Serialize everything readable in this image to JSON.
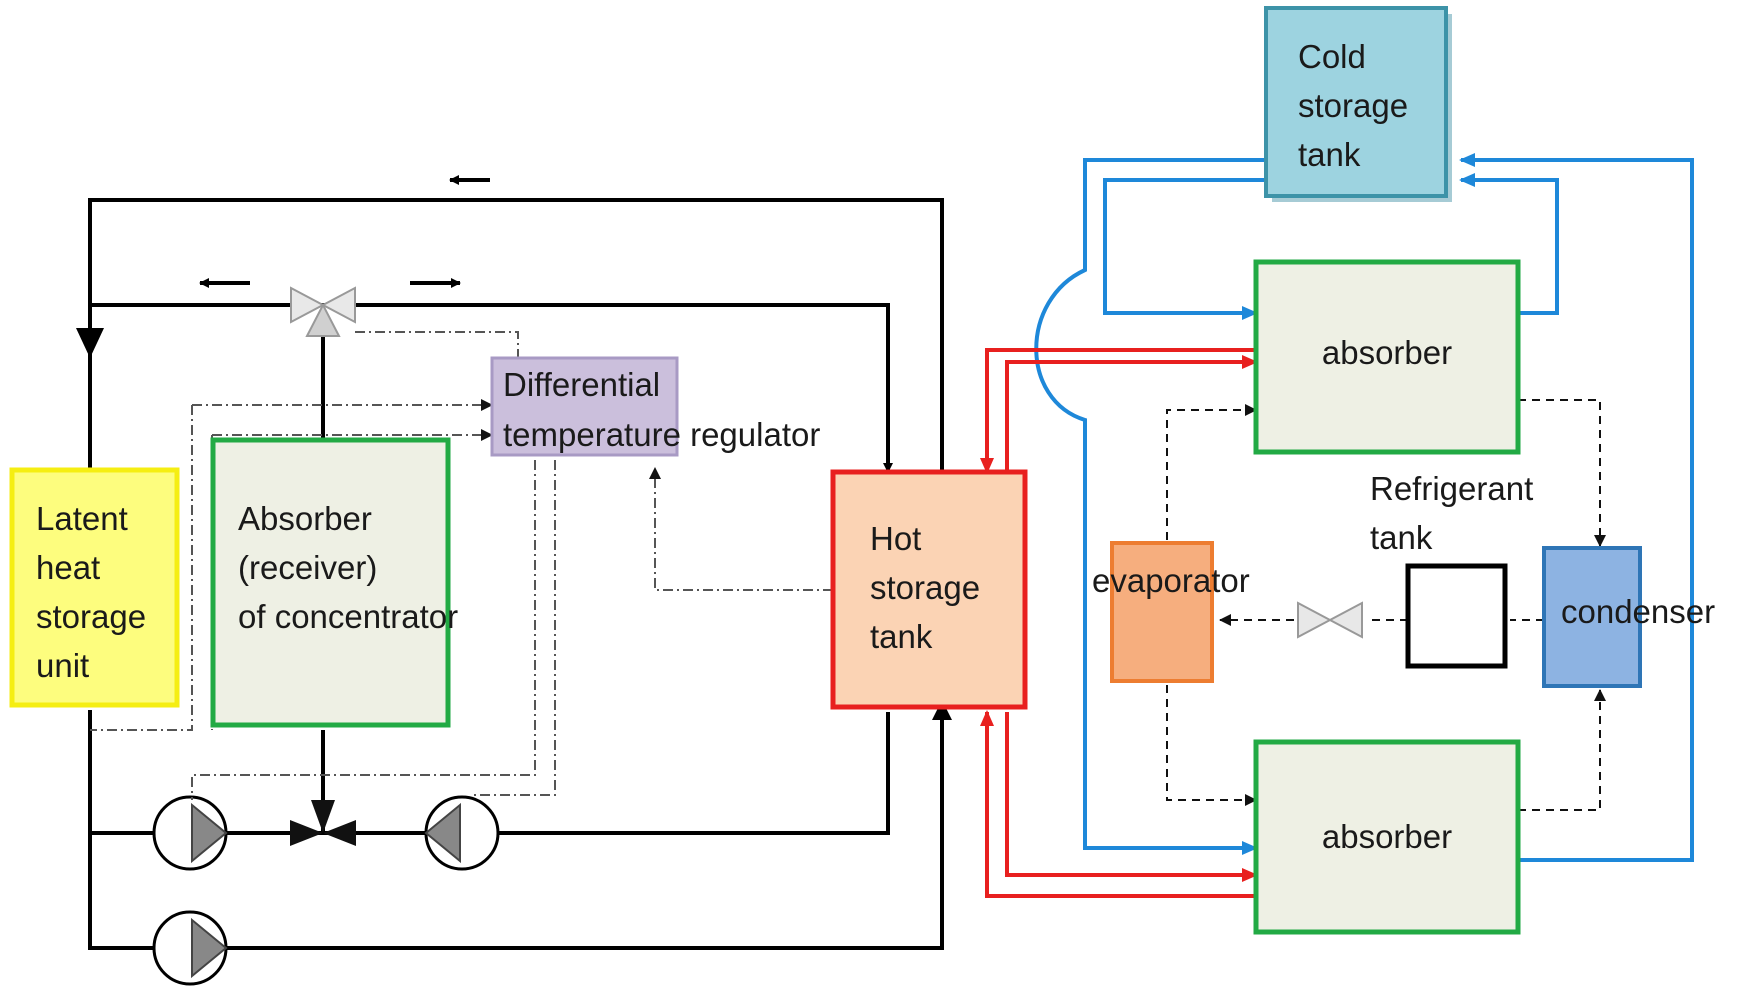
{
  "components": {
    "latent_heat_storage": {
      "lines": [
        "Latent",
        "heat",
        "storage",
        "unit"
      ],
      "fill": "#fdfd7e",
      "stroke": "#f5ee12"
    },
    "absorber_receiver": {
      "lines": [
        "Absorber",
        "(receiver)",
        "of concentrator"
      ],
      "fill": "#eef0e4",
      "stroke": "#22aa44"
    },
    "differential_regulator": {
      "lines": [
        "Differential",
        "temperature regulator"
      ],
      "fill": "#cbbfdc",
      "stroke": "#a89ac4"
    },
    "hot_storage_tank": {
      "lines": [
        "Hot",
        "storage",
        "tank"
      ],
      "fill": "#fbd3b4",
      "stroke": "#e8201f"
    },
    "cold_storage_tank": {
      "lines": [
        "Cold",
        "storage",
        "tank"
      ],
      "fill": "#9dd3e0",
      "stroke": "#3d93a8"
    },
    "absorber_top": {
      "label": "absorber",
      "fill": "#eef0e4",
      "stroke": "#22aa44"
    },
    "absorber_bottom": {
      "label": "absorber",
      "fill": "#eef0e4",
      "stroke": "#22aa44"
    },
    "evaporator": {
      "label": "evaporator",
      "fill": "#f6ae7e",
      "stroke": "#ed7d31"
    },
    "refrigerant_tank": {
      "lines": [
        "Refrigerant",
        "tank"
      ]
    },
    "condenser": {
      "label": "condenser",
      "fill": "#8db3e2",
      "stroke": "#2e75b6"
    }
  },
  "colors": {
    "hot_loop": "#e8201f",
    "cold_loop": "#1e88d9",
    "black_loop": "#000000",
    "control_signal": "#555555"
  }
}
